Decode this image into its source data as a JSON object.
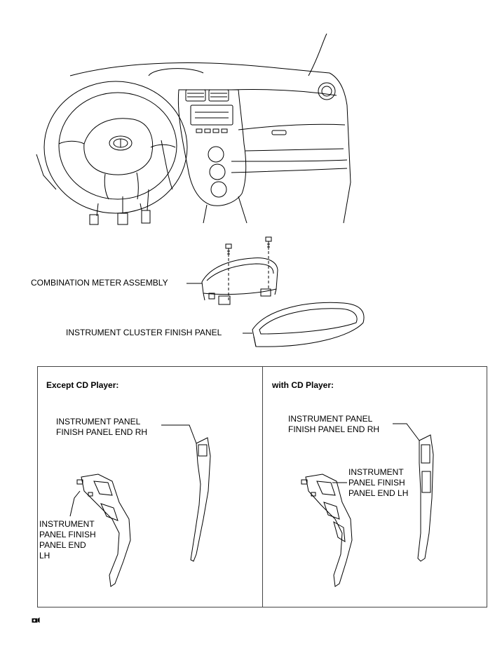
{
  "labels": {
    "combination_meter": "COMBINATION METER ASSEMBLY",
    "cluster_finish_panel": "INSTRUMENT CLUSTER FINISH PANEL"
  },
  "panels": {
    "left": {
      "title": "Except CD Player:",
      "rh_label": "INSTRUMENT PANEL\nFINISH PANEL END RH",
      "lh_label": "INSTRUMENT\nPANEL FINISH\nPANEL END\nLH"
    },
    "right": {
      "title": "with CD Player:",
      "rh_label": "INSTRUMENT PANEL\nFINISH PANEL END RH",
      "lh_label": "INSTRUMENT\nPANEL FINISH\nPANEL END LH"
    }
  },
  "icons": {
    "footer": "camera-icon"
  }
}
